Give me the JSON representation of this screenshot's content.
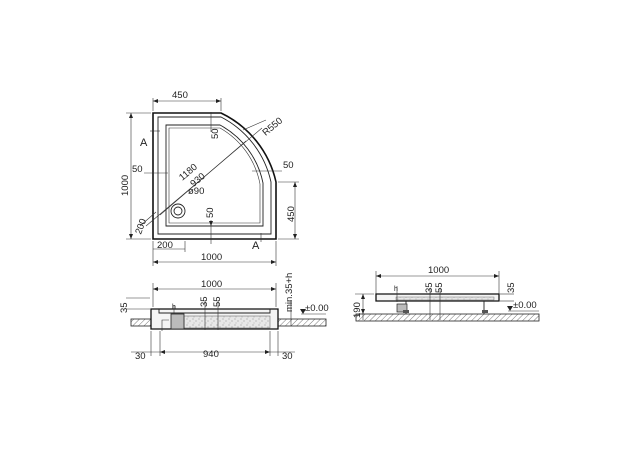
{
  "plan": {
    "top_width": "450",
    "radius": "R550",
    "height": "1000",
    "rim_top": "50",
    "rim_left": "50",
    "rim_right": "50",
    "diagonal": "1180",
    "inner_diagonal": "930",
    "drain": "ø90",
    "drain_offset": "50",
    "right_straight": "450",
    "corner": "200",
    "bottom_offset": "200",
    "width": "1000",
    "section_mark_left": "A",
    "section_mark_bottom": "A"
  },
  "section_front": {
    "width": "1000",
    "rim_height": "35",
    "depth_35": "35",
    "depth_55": "55",
    "h": "h",
    "install_height": "min.35+h",
    "floor_level": "±0.00",
    "inner_width": "940",
    "left_margin": "30",
    "right_margin": "30"
  },
  "section_side": {
    "width": "1000",
    "rim_height": "35",
    "depth_35": "35",
    "depth_55": "55",
    "h": "h",
    "total_height": "190",
    "floor_level": "±0.00"
  }
}
